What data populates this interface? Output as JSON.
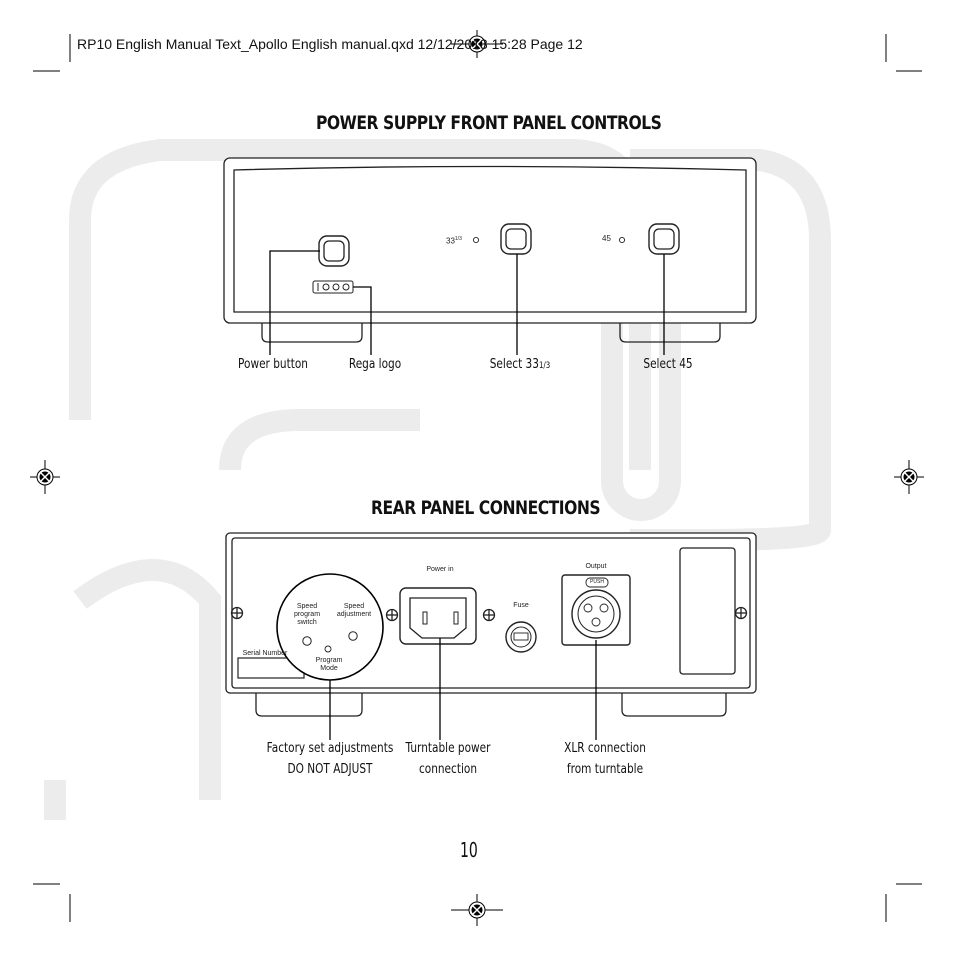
{
  "print_header": "RP10 English Manual Text_Apollo English manual.qxd   12/12/2013   15:28   Page 12",
  "front_section": {
    "title": "POWER SUPPLY FRONT PANEL CONTROLS",
    "speed_33_label": "33",
    "speed_33_sup": "1/3",
    "speed_45_label": "45",
    "callouts": {
      "power_button": "Power button",
      "rega_logo": "Rega logo",
      "select_33": "Select 33",
      "select_33_frac": "1/3",
      "select_45": "Select 45"
    }
  },
  "rear_section": {
    "title": "REAR PANEL CONNECTIONS",
    "labels": {
      "power_in": "Power in",
      "fuse": "Fuse",
      "output": "Output",
      "push": "PUSH",
      "speed_program_switch": "Speed program switch",
      "speed_adjustment": "Speed adjustment",
      "program_mode": "Program Mode",
      "serial_number": "Serial Number"
    },
    "callouts": {
      "factory_line1": "Factory set adjustments",
      "factory_line2": "DO NOT ADJUST",
      "turntable_line1": "Turntable power",
      "turntable_line2": "connection",
      "xlr_line1": "XLR connection",
      "xlr_line2": "from turntable"
    }
  },
  "page_number": "10"
}
